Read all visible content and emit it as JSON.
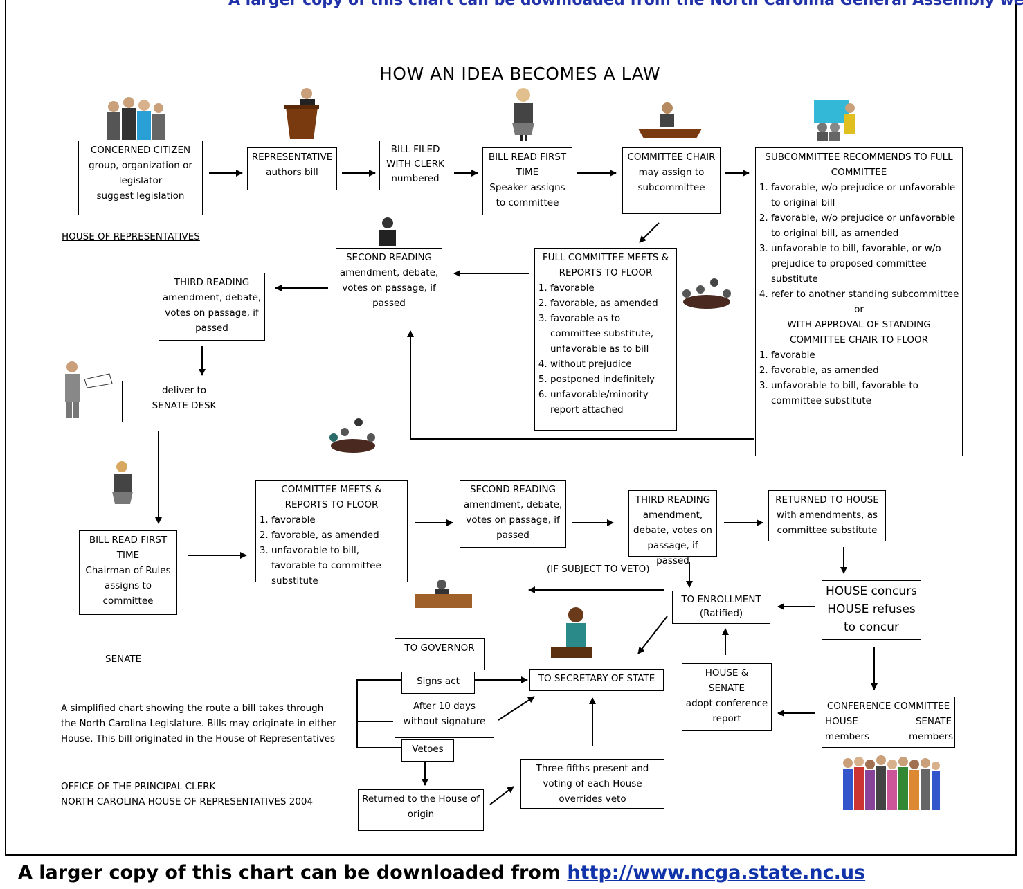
{
  "header": {
    "top_clip": "A larger copy of this chart can be downloaded from the North Carolina General Assembly website",
    "title": "HOW AN IDEA BECOMES A LAW"
  },
  "sections": {
    "house": "HOUSE OF REPRESENTATIVES",
    "senate": "SENATE"
  },
  "boxes": {
    "citizen": {
      "title": "CONCERNED CITIZEN",
      "lines": [
        "group, organization or",
        "legislator",
        "suggest legislation"
      ]
    },
    "rep": {
      "title": "REPRESENTATIVE",
      "lines": [
        "authors bill"
      ]
    },
    "filed": {
      "title": "BILL FILED WITH CLERK",
      "lines": [
        "numbered"
      ]
    },
    "read1": {
      "title": "BILL READ FIRST TIME",
      "lines": [
        "Speaker assigns to committee"
      ]
    },
    "chair": {
      "title": "COMMITTEE CHAIR",
      "lines": [
        "may assign to subcommittee"
      ]
    },
    "subcomm": {
      "title": "SUBCOMMITTEE RECOMMENDS TO FULL COMMITTEE",
      "items": [
        "favorable, w/o prejudice or unfavorable to original bill",
        "favorable, w/o prejudice or unfavorable to original bill, as amended",
        "unfavorable to bill, favorable, or w/o prejudice to proposed committee substitute",
        "refer to another standing subcommittee"
      ],
      "or": "or",
      "title2": "WITH APPROVAL OF STANDING COMMITTEE CHAIR TO FLOOR",
      "items2": [
        "favorable",
        "favorable, as amended",
        "unfavorable to bill, favorable to committee substitute"
      ]
    },
    "fullcomm": {
      "title": "FULL COMMITTEE MEETS & REPORTS TO FLOOR",
      "items": [
        "favorable",
        "favorable, as amended",
        "favorable as to committee substitute, unfavorable as to bill",
        "without prejudice",
        "postponed indefinitely",
        "unfavorable/minority report attached"
      ]
    },
    "second_h": {
      "title": "SECOND READING",
      "lines": [
        "amendment, debate, votes on passage, if passed"
      ]
    },
    "third_h": {
      "title": "THIRD READING",
      "lines": [
        "amendment, debate, votes on passage, if passed"
      ]
    },
    "deliver": {
      "lines": [
        "deliver to",
        "SENATE DESK"
      ]
    },
    "read1_s": {
      "title": "BILL READ FIRST TIME",
      "lines": [
        "Chairman of Rules assigns to committee"
      ]
    },
    "comm_s": {
      "title": "COMMITTEE MEETS & REPORTS TO FLOOR",
      "items": [
        "favorable",
        "favorable, as amended",
        "unfavorable to bill, favorable to committee substitute"
      ]
    },
    "second_s": {
      "title": "SECOND READING",
      "lines": [
        "amendment, debate, votes on passage, if passed"
      ]
    },
    "third_s": {
      "title": "THIRD READING",
      "lines": [
        "amendment, debate, votes on passage, if passed"
      ]
    },
    "returned": {
      "title": "RETURNED TO HOUSE",
      "lines": [
        "with amendments, as committee substitute"
      ]
    },
    "concur": {
      "lines": [
        "HOUSE concurs",
        "HOUSE refuses to concur"
      ]
    },
    "enroll": {
      "lines": [
        "TO ENROLLMENT",
        "(Ratified)"
      ]
    },
    "conference": {
      "title": "CONFERENCE COMMITTEE",
      "left": "HOUSE members",
      "right": "SENATE members"
    },
    "adopt": {
      "lines": [
        "HOUSE &",
        "SENATE",
        "adopt conference report"
      ]
    },
    "governor": {
      "lines": [
        "TO GOVERNOR"
      ]
    },
    "signs": {
      "lines": [
        "Signs act"
      ]
    },
    "after10": {
      "lines": [
        "After 10 days without signature"
      ]
    },
    "vetoes": {
      "lines": [
        "Vetoes"
      ]
    },
    "returned_origin": {
      "lines": [
        "Returned to the House of origin"
      ]
    },
    "secretary": {
      "lines": [
        "TO SECRETARY OF STATE"
      ]
    },
    "override": {
      "lines": [
        "Three-fifths present and voting of each House overrides veto"
      ]
    }
  },
  "labels": {
    "veto": "(IF SUBJECT TO VETO)",
    "description": "A simplified chart showing the route a bill takes through the North Carolina Legislature.  Bills may originate in either House. This bill originated in the House of Representatives",
    "office": "OFFICE OF THE PRINCIPAL CLERK",
    "office2": "NORTH CAROLINA HOUSE OF REPRESENTATIVES  2004"
  },
  "footer": {
    "text": "A larger copy of this chart can be downloaded from ",
    "link": "http://www.ncga.state.nc.us"
  },
  "icons": [
    "people-group-icon",
    "podium-speaker-icon",
    "clerk-woman-icon",
    "chair-desk-icon",
    "meeting-icon",
    "meeting-table-icon",
    "reader-icon",
    "crowd-icon"
  ]
}
